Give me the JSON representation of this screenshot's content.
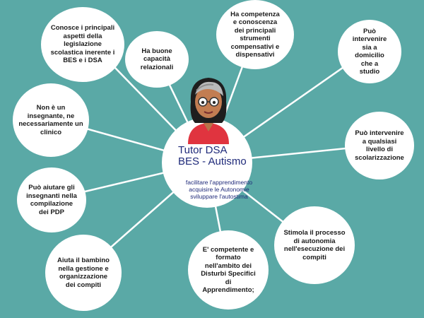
{
  "center": {
    "title": "Tutor DSA\nBES - Autismo",
    "subtitle": "facilitare l'apprendimento\nacquisire le Autonomie\nsviluppare l'autostima"
  },
  "bubbles": [
    {
      "text": "Conosce i principali\naspetti della\nlegislazione\nscolastica inerente i\nBES e i DSA"
    },
    {
      "text": "Ha buone\ncapacità\nrelazionali"
    },
    {
      "text": "Ha competenza\ne conoscenza\ndei principali\nstrumenti\ncompensativi e\ndispensativi"
    },
    {
      "text": "Può\nintervenire\nsia a\ndomicilio\nche a\nstudio"
    },
    {
      "text": "Può intervenire\na qualsiasi\nlivello di\nscolarizzazione"
    },
    {
      "text": "Stimola il processo\ndi autonomia\nnell'esecuzione dei\ncompiti"
    },
    {
      "text": "E' competente e\nformato\nnell'ambito dei\nDisturbi Specifici\ndi\nApprendimento;"
    },
    {
      "text": "Aiuta il bambino\nnella gestione e\norganizzazione\ndei compiti"
    },
    {
      "text": "Può aiutare gli\ninsegnanti nella\ncompilazione\ndei PDP"
    },
    {
      "text": "Non è un\ninsegnante, ne\nnecessariamente un\nclinico"
    }
  ],
  "colors": {
    "background": "#5aa9a6",
    "bubble": "#ffffff",
    "center_text": "#1f2a7a",
    "avatar_shirt": "#e0343f"
  }
}
